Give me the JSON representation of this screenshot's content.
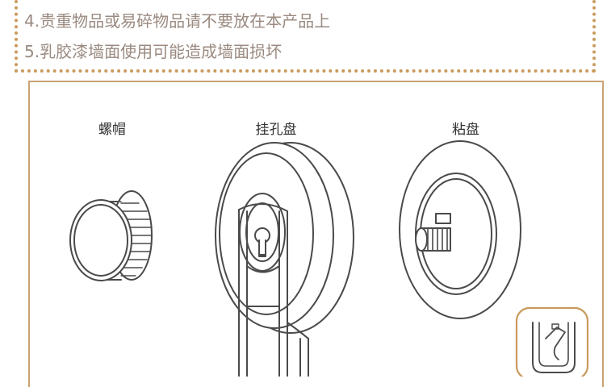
{
  "notes": {
    "line4": "4.贵重物品或易碎物品请不要放在本产品上",
    "line5": "5.乳胶漆墙面使用可能造成墙面损坏"
  },
  "parts": {
    "screw_cap": "螺帽",
    "hanging_plate": "挂孔盘",
    "adhesive_plate": "粘盘"
  },
  "colors": {
    "accent": "#c99a5c",
    "note_text": "#9a8a80",
    "line_art": "#4a4a4a"
  }
}
